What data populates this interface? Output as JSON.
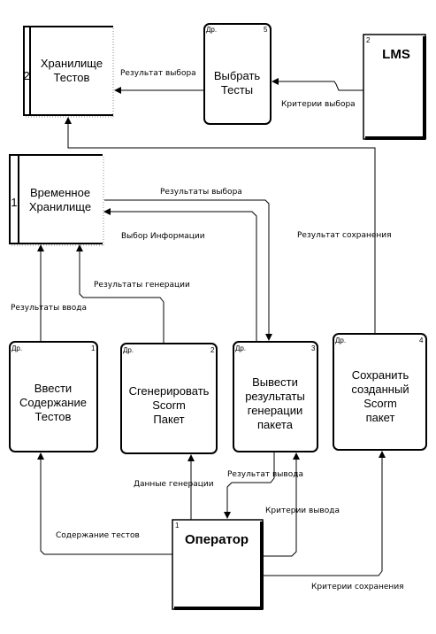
{
  "stores": {
    "tests": {
      "num": "2",
      "line1": "Хранилище",
      "line2": "Тестов"
    },
    "temp": {
      "num": "1",
      "line1": "Временное",
      "line2": "Хранилище"
    }
  },
  "processes": {
    "select": {
      "tag": "Др.",
      "num": "5",
      "lines": [
        "Выбрать",
        "Тесты"
      ]
    },
    "input": {
      "tag": "Др.",
      "num": "1",
      "lines": [
        "Ввести",
        "Содержание",
        "Тестов"
      ]
    },
    "generate": {
      "tag": "Др.",
      "num": "2",
      "lines": [
        "Сгенерировать",
        "Scorm",
        "Пакет"
      ]
    },
    "output": {
      "tag": "Др.",
      "num": "3",
      "lines": [
        "Вывести",
        "результаты",
        "генерации",
        "пакета"
      ]
    },
    "save": {
      "tag": "Др.",
      "num": "4",
      "lines": [
        "Сохранить",
        "созданный",
        "Scorm",
        "пакет"
      ]
    }
  },
  "entities": {
    "lms": {
      "num": "2",
      "name": "LMS"
    },
    "operator": {
      "num": "1",
      "name": "Оператор"
    }
  },
  "flows": {
    "select_result": "Результат выбора",
    "select_criteria": "Критерии выбора",
    "select_results": "Результаты выбора",
    "info_select": "Выбор Информации",
    "save_result": "Результат сохранения",
    "gen_results": "Результаты генерации",
    "input_results": "Результаты ввода",
    "gen_data": "Данные генерации",
    "output_result": "Результат вывода",
    "output_criteria": "Критерии вывода",
    "test_content": "Содержание тестов",
    "save_criteria": "Критерии сохранения"
  }
}
